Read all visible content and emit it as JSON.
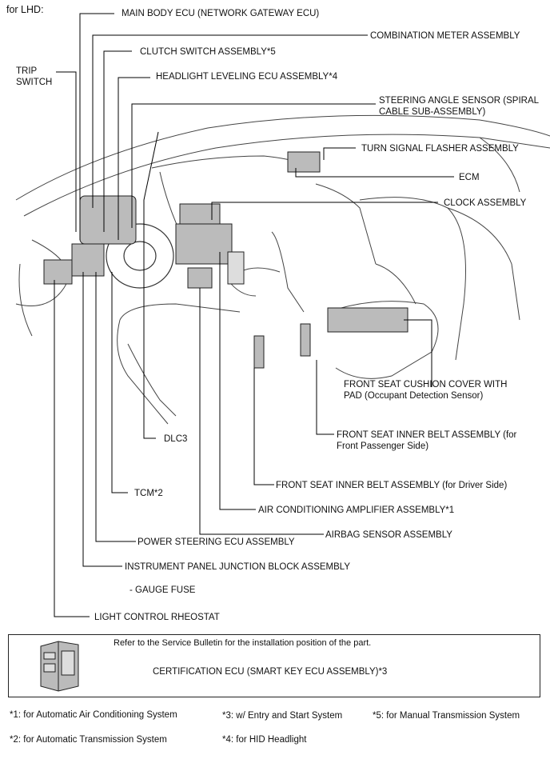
{
  "header": {
    "title": "for LHD:"
  },
  "labels": {
    "main_body_ecu": "MAIN BODY ECU (NETWORK GATEWAY ECU)",
    "combination_meter": "COMBINATION METER ASSEMBLY",
    "clutch_switch": "CLUTCH SWITCH ASSEMBLY*5",
    "headlight_leveling": "HEADLIGHT LEVELING ECU ASSEMBLY*4",
    "trip_switch": "TRIP\nSWITCH",
    "steering_angle_sensor": "STEERING ANGLE SENSOR (SPIRAL\nCABLE SUB-ASSEMBLY)",
    "turn_signal_flasher": "TURN SIGNAL FLASHER ASSEMBLY",
    "ecm": "ECM",
    "clock": "CLOCK ASSEMBLY",
    "front_seat_cushion": "FRONT SEAT CUSHION COVER WITH\nPAD (Occupant Detection Sensor)",
    "dlc3": "DLC3",
    "passenger_belt": "FRONT SEAT INNER BELT ASSEMBLY (for\nFront Passenger Side)",
    "tcm": "TCM*2",
    "driver_belt": "FRONT SEAT INNER BELT ASSEMBLY (for Driver Side)",
    "air_conditioning_amplifier": "AIR CONDITIONING AMPLIFIER ASSEMBLY*1",
    "airbag_sensor": "AIRBAG SENSOR ASSEMBLY",
    "power_steering_ecu": "POWER STEERING ECU ASSEMBLY",
    "junction_block": "INSTRUMENT PANEL JUNCTION BLOCK ASSEMBLY",
    "gauge_fuse": "- GAUGE FUSE",
    "light_control_rheostat": "LIGHT CONTROL RHEOSTAT"
  },
  "note_box": {
    "note": "Refer to the Service Bulletin for the installation position of the part.",
    "certification_ecu": "CERTIFICATION ECU (SMART KEY ECU ASSEMBLY)*3"
  },
  "footnotes": [
    "*1: for Automatic Air Conditioning System",
    "*3: w/ Entry and Start System",
    "*5: for Manual Transmission System",
    "*2: for Automatic Transmission System",
    "*4: for HID Headlight"
  ]
}
